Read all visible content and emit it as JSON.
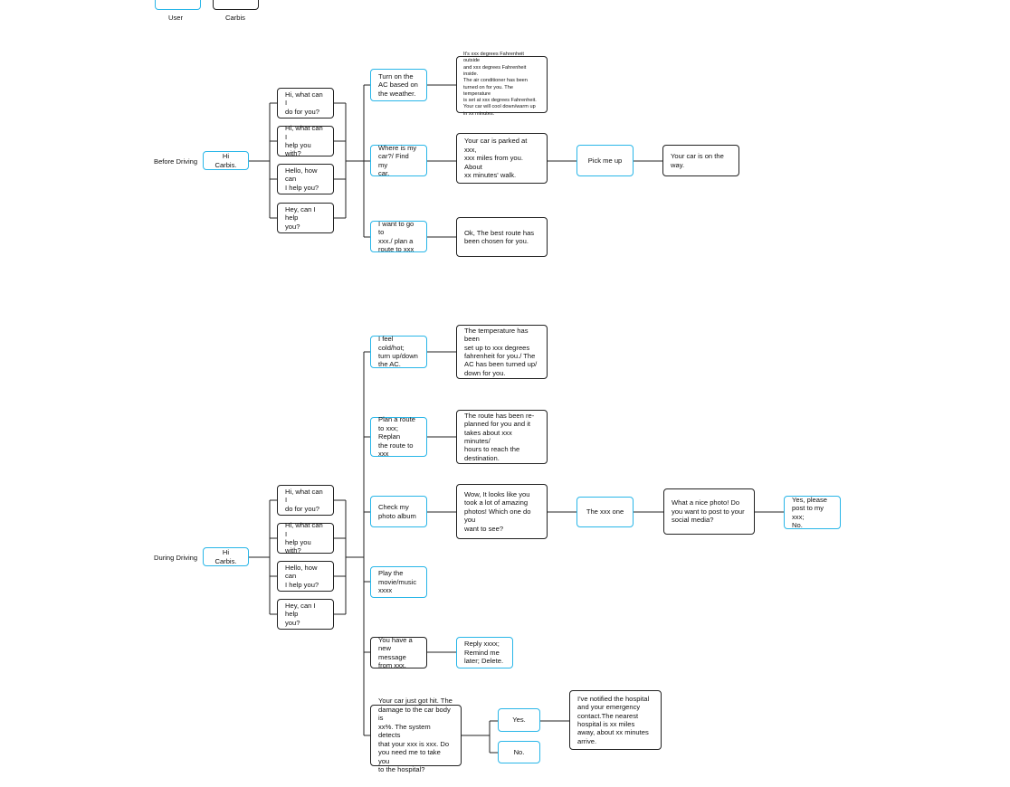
{
  "colors": {
    "user_border": "#29b6e8",
    "carbis_border": "#222222",
    "connector": "#222222"
  },
  "legend": {
    "user": "User",
    "carbis": "Carbis"
  },
  "before": {
    "section_label": "Before Driving",
    "root": "Hi Carbis.",
    "greetings": [
      "Hi, what can I\ndo for you?",
      "Hi, what can I\nhelp you with?",
      "Hello, how can\nI help you?",
      "Hey, can I help\nyou?"
    ],
    "requests": [
      "Turn on the\nAC based on\nthe weather.",
      "Where is my\ncar?/ Find my\ncar.",
      "I want to go to\nxxx./ plan a\nroute to xxx"
    ],
    "replies": [
      "It's xxx degrees Fahrenheit outside\nand xxx degrees Fahrenheit inside.\nThe air conditioner has been\nturned on for you. The temperature\nis set at xxx degrees Fahrenheit.\nYour car will cool down/warm up\nin xx minutes.",
      "Your car is parked at xxx,\nxxx miles from you. About\nxx minutes' walk.",
      "Ok, The best route has\nbeen chosen for you."
    ],
    "pick_me_up": "Pick me up",
    "car_on_way": "Your car is on the way."
  },
  "during": {
    "section_label": "During Driving",
    "root": "Hi Carbis.",
    "greetings": [
      "Hi, what can I\ndo for you?",
      "Hi, what can I\nhelp you with?",
      "Hello, how can\nI help you?",
      "Hey, can I help\nyou?"
    ],
    "ac_request": "I feel cold/hot;\nturn up/down\nthe AC.",
    "ac_reply": "The temperature has been\nset up to xxx degrees\nfahrenheit for you./ The\nAC has been turned up/\ndown for you.",
    "route_request": "Plan a route\nto xxx; Replan\nthe route to\nxxx",
    "route_reply": "The route has been re-\nplanned for you and it\ntakes about xxx minutes/\nhours to reach the\ndestination.",
    "album_request": "Check my\nphoto album",
    "album_reply": "Wow, It looks like you\ntook a lot of amazing\nphotos! Which one do you\nwant to see?",
    "pick_one": "The xxx one",
    "nice_photo": "What a nice photo! Do\nyou want to post to your\nsocial media?",
    "post_answer": "Yes, please\npost to my xxx;\nNo.",
    "play_request": "Play the\nmovie/music\nxxxx",
    "message_notice": "You have a\nnew message\nfrom xxx.",
    "message_options": "Reply xxxx;\nRemind me\nlater; Delete.",
    "crash_notice": "Your car just got hit. The\ndamage to the car body is\nxx%. The system detects\nthat your xxx is xxx. Do\nyou need me to take you\nto the hospital?",
    "crash_yes": "Yes.",
    "crash_no": "No.",
    "hospital_reply": "I've notified the hospital\nand your emergency\ncontact.The nearest\nhospital is xx miles\naway, about xx minutes\narrive."
  }
}
